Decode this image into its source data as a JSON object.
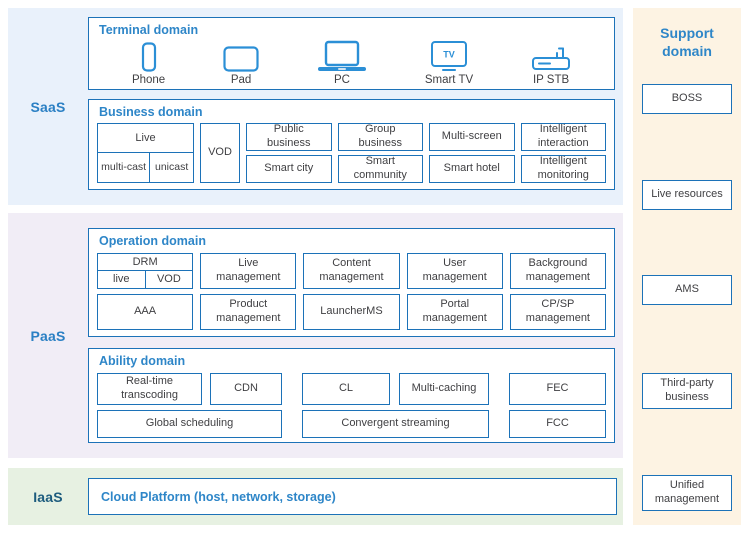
{
  "bands": {
    "saas": {
      "label": "SaaS"
    },
    "paas": {
      "label": "PaaS"
    },
    "iaas": {
      "label": "IaaS"
    }
  },
  "terminal": {
    "title": "Terminal domain",
    "devices": [
      {
        "icon": "phone-icon",
        "label": "Phone"
      },
      {
        "icon": "pad-icon",
        "label": "Pad"
      },
      {
        "icon": "pc-icon",
        "label": "PC"
      },
      {
        "icon": "smart-tv-icon",
        "label": "Smart TV",
        "icon_text": "TV"
      },
      {
        "icon": "ip-stb-icon",
        "label": "IP STB"
      }
    ]
  },
  "business": {
    "title": "Business domain",
    "live_group": {
      "header": "Live",
      "cells": [
        "multi-cast",
        "unicast"
      ]
    },
    "vod": "VOD",
    "grid": [
      [
        "Public business",
        "Group business",
        "Multi-screen",
        "Intelligent interaction"
      ],
      [
        "Smart city",
        "Smart community",
        "Smart hotel",
        "Intelligent monitoring"
      ]
    ]
  },
  "operation": {
    "title": "Operation domain",
    "drm_group": {
      "header": "DRM",
      "cells": [
        "live",
        "VOD"
      ]
    },
    "aaa": "AAA",
    "row1": [
      "Live management",
      "Content management",
      "User management",
      "Background management"
    ],
    "row2": [
      "Product management",
      "LauncherMS",
      "Portal management",
      "CP/SP management"
    ]
  },
  "ability": {
    "title": "Ability domain",
    "groups": [
      {
        "top": [
          "Real-time transcoding",
          "CDN"
        ],
        "bottom": "Global scheduling"
      },
      {
        "top": [
          "CL",
          "Multi-caching"
        ],
        "bottom": "Convergent streaming"
      },
      {
        "top": [
          "FEC"
        ],
        "bottom": "FCC"
      }
    ]
  },
  "iaas_box": {
    "label": "Cloud Platform (host, network, storage)"
  },
  "support": {
    "title": "Support domain",
    "items": [
      "BOSS",
      "Live resources",
      "AMS",
      "Third-party business",
      "Unified management"
    ]
  },
  "colors": {
    "accent_border": "#1c72b8",
    "title_blue": "#2e86c8",
    "icon_blue": "#2b8fd6",
    "band_label_blue": "#2b80c4",
    "iaas_label": "#1d5c7e",
    "text_dark": "#3f3f42",
    "saas_bg": "#e9f1fb",
    "paas_bg": "#f1edf6",
    "iaas_bg": "#e7f1e2",
    "support_bg": "#fdf3e3"
  }
}
